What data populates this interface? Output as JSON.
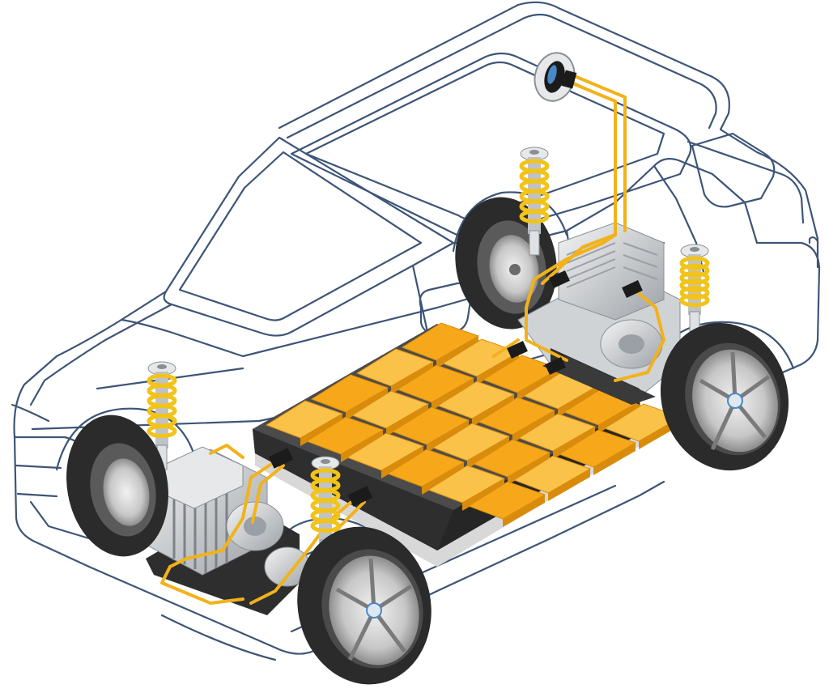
{
  "illustration": {
    "subject": "ev-chassis-isometric",
    "colors": {
      "outline": "#3d5577",
      "battery": "#f6a81a",
      "battery_light": "#fbc24a",
      "battery_dark": "#d98c0c",
      "tray": "#3a3a3a",
      "cable": "#f2b21b",
      "tire": "#2b2b2b",
      "rim": "#c9c9c9",
      "metal": "#bfc3c7",
      "spring": "#f2c318",
      "connector": "#1b1b1b"
    },
    "components": {
      "battery_modules": 24,
      "wheels": 4,
      "suspension_struts": 4,
      "motors": 2,
      "charging_port": 1
    }
  }
}
